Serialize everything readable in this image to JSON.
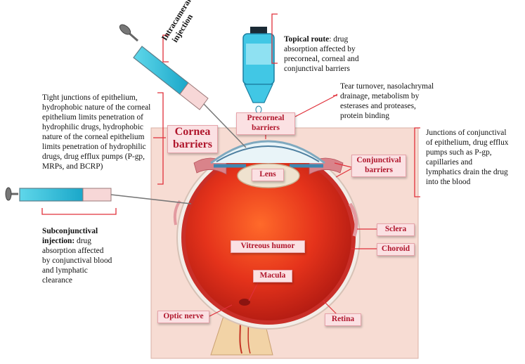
{
  "labels": {
    "intracameral": "Intracameral\ninjection",
    "precorneal": "Precorneal\nbarriers",
    "cornea": "Cornea\nbarriers",
    "conjunctival": "Conjunctival\nbarriers",
    "lens": "Lens",
    "sclera": "Sclera",
    "choroid": "Choroid",
    "vitreous": "Vitreous humor",
    "macula": "Macula",
    "optic_nerve": "Optic nerve",
    "retina": "Retina"
  },
  "topical": {
    "title": "Topical route",
    "text": ": drug\nabsorption affected by\nprecorneal, corneal and\nconjunctival barriers"
  },
  "tear_text": "Tear turnover, nasolachrymal\ndrainage, metabolism by\nesterases and proteases,\nprotein binding",
  "cornea_text": "Tight junctions of epithelium,\nhydrophobic nature of the corneal\nepithelium limits penetration of\nhydrophilic drugs, hydrophobic\nnature of the corneal epithelium\nlimits penetration of hydrophilic\ndrugs, drug efflux pumps (P-gp,\nMRPs, and BCRP)",
  "conj_text": "Junctions of conjunctival\nof epithelium, drug efflux\npumps such as P-gp,\ncapillaries  and\nlymphatics drain the drug\ninto the blood",
  "subconj": {
    "title": "Subconjunctival\ninjection:",
    "text": " drug\nabsorption affected\nby conjunctival blood\nand lymphatic\nclearance"
  },
  "colors": {
    "accent_red": "#b0162c",
    "label_fill": "#fbe1e3",
    "panel_fill": "#f7dcd3",
    "bracket_red": "#e0303a",
    "eye_red": "#d9301c"
  }
}
